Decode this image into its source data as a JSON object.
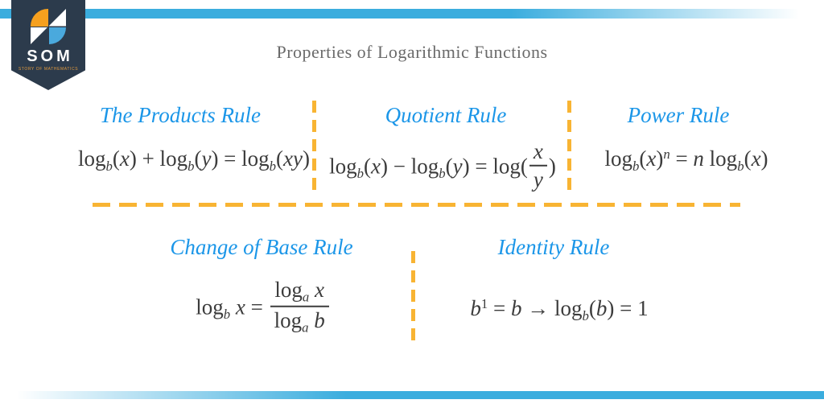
{
  "header": {
    "title": "Properties of Logarithmic Functions"
  },
  "brand": {
    "name": "SOM",
    "tagline": "STORY OF MATHEMATICS"
  },
  "colors": {
    "accent_blue": "#1b96e8",
    "bar_blue": "#3badde",
    "dash_yellow": "#f8b433",
    "formula_ink": "#3c3c3c",
    "title_gray": "#6a6a6a",
    "ribbon_navy": "#2c3b4c",
    "logo_orange": "#f6a01e",
    "logo_blue": "#4aa9dd"
  },
  "rules": {
    "products": {
      "title": "The Products Rule",
      "formula": [
        {
          "t": "r",
          "v": "log"
        },
        {
          "t": "sub",
          "v": "b"
        },
        {
          "t": "r",
          "v": "("
        },
        {
          "t": "i",
          "v": "x"
        },
        {
          "t": "r",
          "v": ") + log"
        },
        {
          "t": "sub",
          "v": "b"
        },
        {
          "t": "r",
          "v": "("
        },
        {
          "t": "i",
          "v": "y"
        },
        {
          "t": "r",
          "v": ") = log"
        },
        {
          "t": "sub",
          "v": "b"
        },
        {
          "t": "r",
          "v": "("
        },
        {
          "t": "i",
          "v": "xy"
        },
        {
          "t": "r",
          "v": ")"
        }
      ]
    },
    "quotient": {
      "title": "Quotient Rule",
      "formula": [
        {
          "t": "r",
          "v": "log"
        },
        {
          "t": "sub",
          "v": "b"
        },
        {
          "t": "r",
          "v": "("
        },
        {
          "t": "i",
          "v": "x"
        },
        {
          "t": "r",
          "v": ") − log"
        },
        {
          "t": "sub",
          "v": "b"
        },
        {
          "t": "r",
          "v": "("
        },
        {
          "t": "i",
          "v": "y"
        },
        {
          "t": "r",
          "v": ") = log("
        },
        {
          "t": "frac",
          "num": [
            {
              "t": "i",
              "v": "x"
            }
          ],
          "den": [
            {
              "t": "i",
              "v": "y"
            }
          ]
        },
        {
          "t": "r",
          "v": ")"
        }
      ]
    },
    "power": {
      "title": "Power Rule",
      "formula": [
        {
          "t": "r",
          "v": "log"
        },
        {
          "t": "sub",
          "v": "b"
        },
        {
          "t": "r",
          "v": "("
        },
        {
          "t": "i",
          "v": "x"
        },
        {
          "t": "r",
          "v": ")"
        },
        {
          "t": "sup",
          "v": "n"
        },
        {
          "t": "r",
          "v": " = "
        },
        {
          "t": "i",
          "v": "n"
        },
        {
          "t": "r",
          "v": " log"
        },
        {
          "t": "sub",
          "v": "b"
        },
        {
          "t": "r",
          "v": "("
        },
        {
          "t": "i",
          "v": "x"
        },
        {
          "t": "r",
          "v": ")"
        }
      ]
    },
    "change_of_base": {
      "title": "Change of Base Rule",
      "formula": [
        {
          "t": "r",
          "v": "log"
        },
        {
          "t": "sub",
          "v": "b"
        },
        {
          "t": "i",
          "v": " x"
        },
        {
          "t": "r",
          "v": " = "
        },
        {
          "t": "frac",
          "num": [
            {
              "t": "r",
              "v": "log"
            },
            {
              "t": "sub",
              "v": "a"
            },
            {
              "t": "i",
              "v": " x"
            }
          ],
          "den": [
            {
              "t": "r",
              "v": "log"
            },
            {
              "t": "sub",
              "v": "a"
            },
            {
              "t": "i",
              "v": " b"
            }
          ]
        }
      ]
    },
    "identity": {
      "title": "Identity Rule",
      "formula": [
        {
          "t": "i",
          "v": "b"
        },
        {
          "t": "sup",
          "v": "1",
          "up": true
        },
        {
          "t": "r",
          "v": " = "
        },
        {
          "t": "i",
          "v": "b"
        },
        {
          "t": "r",
          "v": " → log"
        },
        {
          "t": "sub",
          "v": "b"
        },
        {
          "t": "r",
          "v": "("
        },
        {
          "t": "i",
          "v": "b"
        },
        {
          "t": "r",
          "v": ") = 1"
        }
      ]
    }
  }
}
